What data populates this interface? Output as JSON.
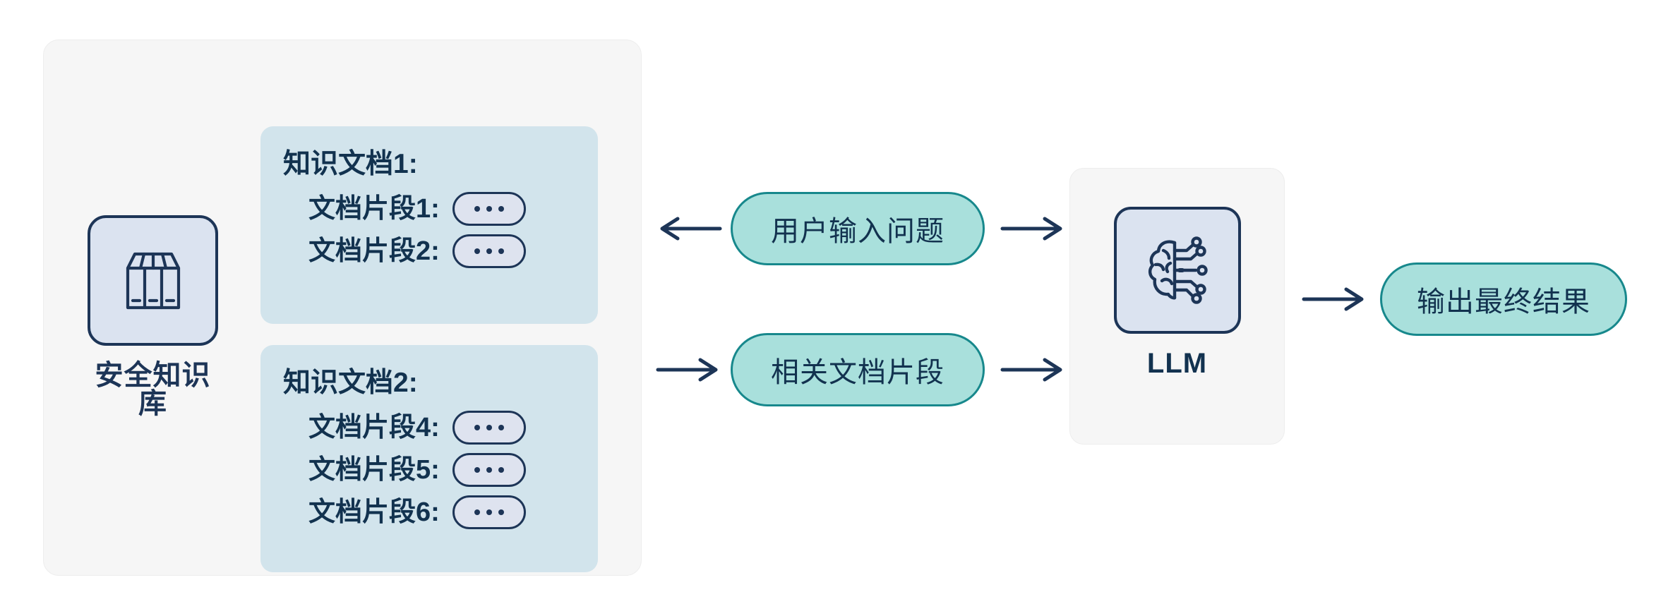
{
  "knowledge_base": {
    "icon": "library-books-icon",
    "caption": "安全知识库",
    "documents": [
      {
        "title": "知识文档1:",
        "fragments": [
          {
            "label": "文档片段1:",
            "badge": "..."
          },
          {
            "label": "文档片段2:",
            "badge": "..."
          }
        ]
      },
      {
        "title": "知识文档2:",
        "fragments": [
          {
            "label": "文档片段4:",
            "badge": "..."
          },
          {
            "label": "文档片段5:",
            "badge": "..."
          },
          {
            "label": "文档片段6:",
            "badge": "..."
          }
        ]
      }
    ]
  },
  "flow": {
    "query_pill": "用户输入问题",
    "fragment_pill": "相关文档片段",
    "output_pill": "输出最终结果",
    "arrows": [
      {
        "name": "arrow-query-to-kb",
        "direction": "left"
      },
      {
        "name": "arrow-query-to-llm",
        "direction": "right"
      },
      {
        "name": "arrow-kb-to-fragment",
        "direction": "right"
      },
      {
        "name": "arrow-fragment-to-llm",
        "direction": "right"
      },
      {
        "name": "arrow-llm-to-output",
        "direction": "right"
      }
    ]
  },
  "llm": {
    "icon": "ai-brain-circuit-icon",
    "caption": "LLM"
  },
  "colors": {
    "panel_bg": "#f6f6f6",
    "panel_border": "#ededed",
    "doc_card_bg": "#d2e4ec",
    "icon_tile_bg": "#dbe3f0",
    "badge_bg": "#dee3ef",
    "ink_navy": "#1d3557",
    "text_navy": "#12324f",
    "pill_fill": "#a9e0dc",
    "pill_stroke": "#17888c",
    "page_bg": "#ffffff"
  }
}
